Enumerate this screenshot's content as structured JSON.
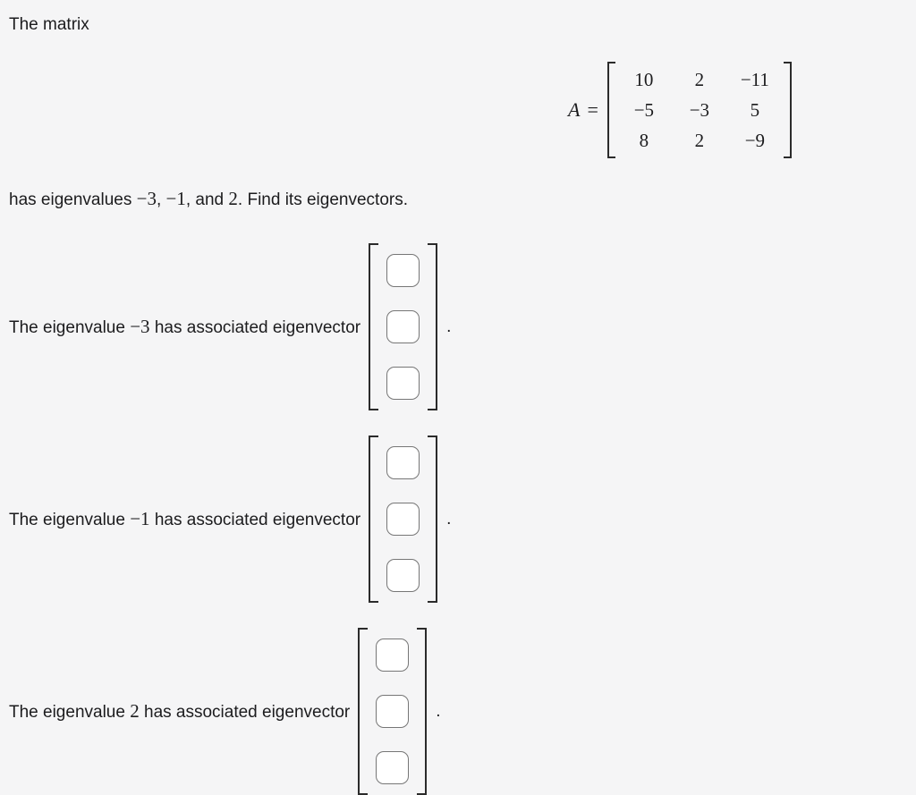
{
  "problem": {
    "intro": "The matrix",
    "matrix": {
      "variable": "A",
      "equals": "=",
      "rows": [
        [
          "10",
          "2",
          "−11"
        ],
        [
          "−5",
          "−3",
          "5"
        ],
        [
          "8",
          "2",
          "−9"
        ]
      ]
    },
    "statement": {
      "part1": "has eigenvalues ",
      "eigenvalue1": "−3",
      "part2": ", ",
      "eigenvalue2": "−1",
      "part3": ", and ",
      "eigenvalue3": "2",
      "part4": ". Find its eigenvectors."
    },
    "questions": [
      {
        "prefix": "The eigenvalue ",
        "eigenvalue": "−3",
        "suffix": " has associated eigenvector",
        "period": "."
      },
      {
        "prefix": "The eigenvalue ",
        "eigenvalue": "−1",
        "suffix": " has associated eigenvector",
        "period": "."
      },
      {
        "prefix": "The eigenvalue ",
        "eigenvalue": "2",
        "suffix": " has associated eigenvector",
        "period": "."
      }
    ]
  }
}
